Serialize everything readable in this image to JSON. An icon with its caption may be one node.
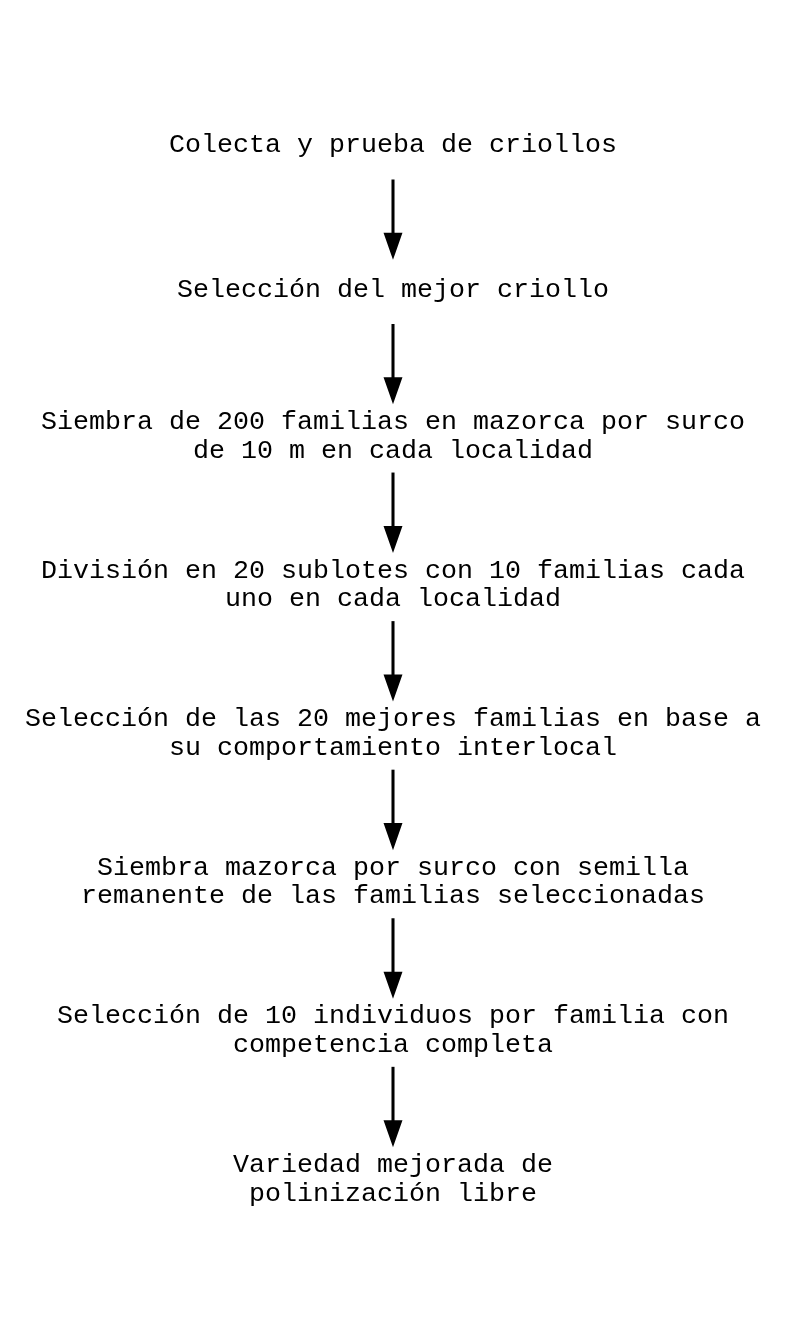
{
  "diagram": {
    "nodes": [
      {
        "text": [
          "Colecta y prueba de criollos"
        ]
      },
      {
        "text": [
          "Selección del mejor criollo"
        ]
      },
      {
        "text": [
          "Siembra de 200 familias en mazorca por surco de 10 m en cada localidad"
        ]
      },
      {
        "text": [
          "División en 20 sublotes con 10 familias cada uno en cada localidad"
        ]
      },
      {
        "text": [
          "Selección de las 20 mejores familias en base a su comportamiento interlocal"
        ]
      },
      {
        "text": [
          "Siembra mazorca por surco con semilla remanente de las familias seleccionadas"
        ]
      },
      {
        "text": [
          "Selección de 10 individuos por familia con competencia completa"
        ]
      },
      {
        "text": [
          "Variedad mejorada de polinización libre"
        ]
      }
    ],
    "edges": [
      {
        "from": 0,
        "to": 1,
        "arrow": "to"
      },
      {
        "from": 1,
        "to": 2,
        "arrow": "to"
      },
      {
        "from": 2,
        "to": 3,
        "arrow": "to"
      },
      {
        "from": 3,
        "to": 4,
        "arrow": "to"
      },
      {
        "from": 4,
        "to": 5,
        "arrow": "to"
      },
      {
        "from": 5,
        "to": 6,
        "arrow": "to"
      },
      {
        "from": 6,
        "to": 7,
        "arrow": "to"
      }
    ]
  }
}
